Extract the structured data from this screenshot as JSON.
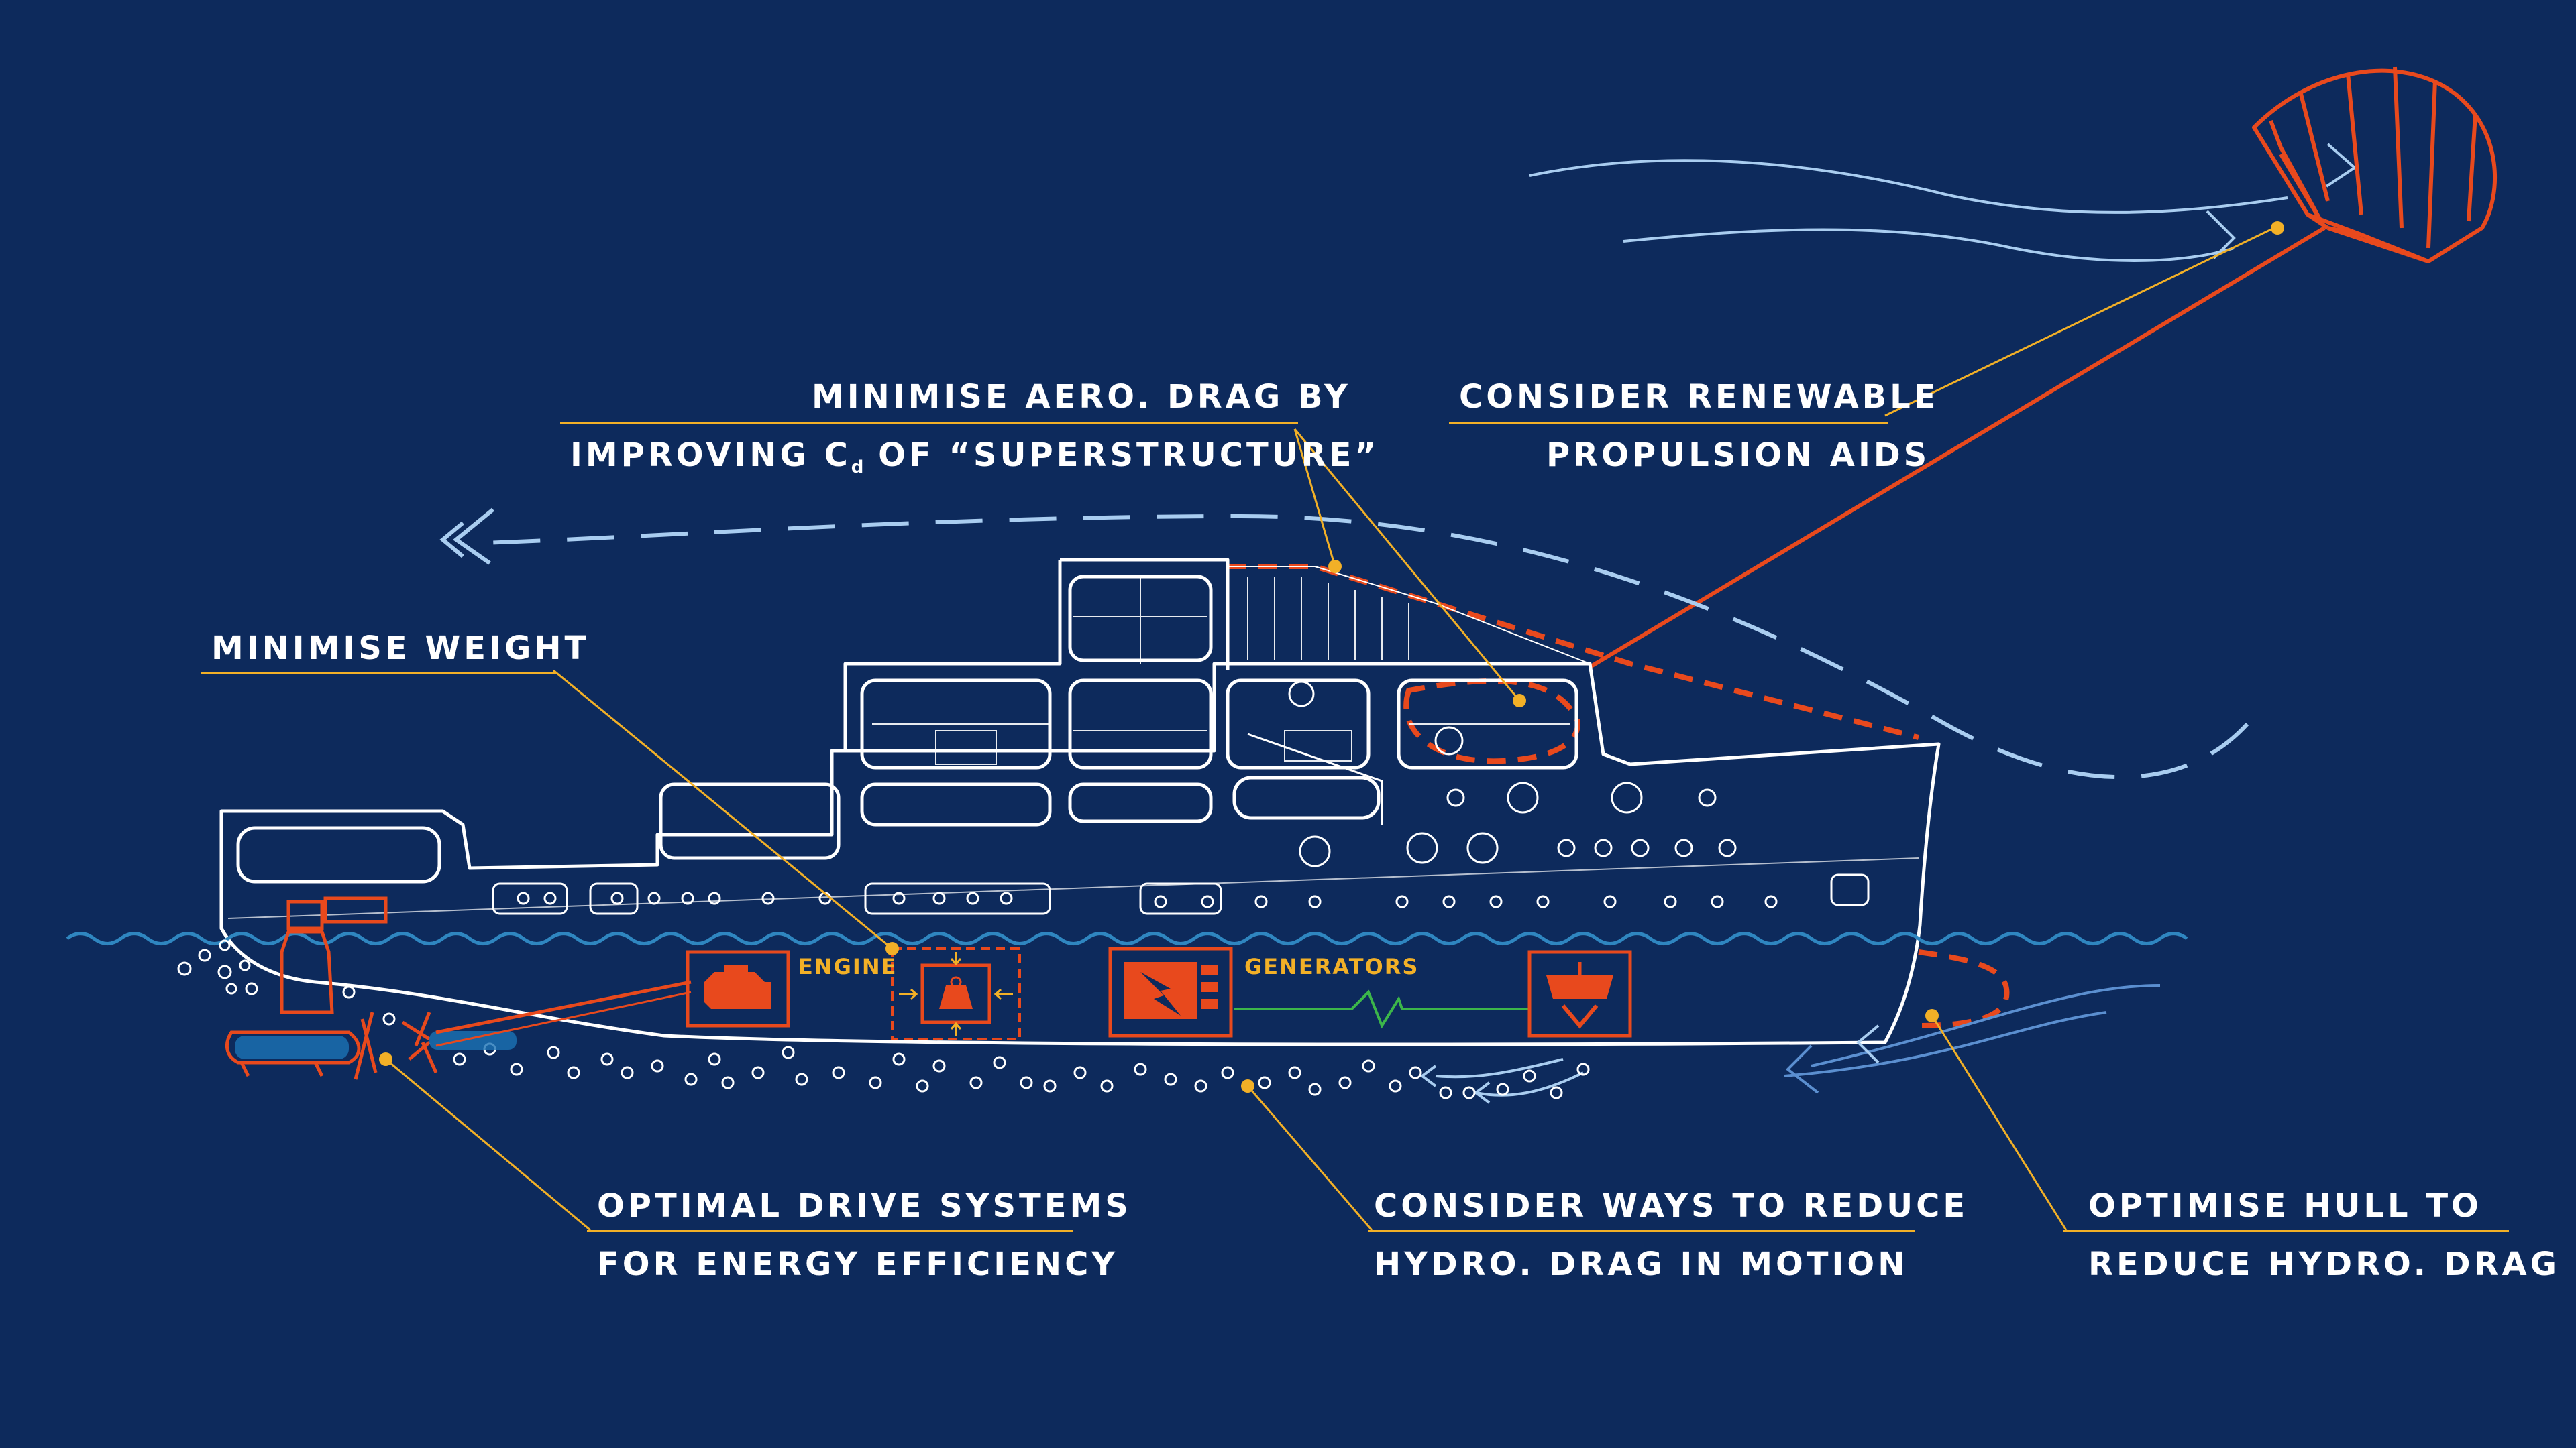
{
  "colors": {
    "background": "#0d2a5c",
    "outline": "#ffffff",
    "accent_orange": "#e8491d",
    "leader_yellow": "#f2b027",
    "airflow_blue": "#a9cdf0",
    "electric_green": "#3cb64a"
  },
  "labels": {
    "aero_line1": "MINIMISE AERO. DRAG BY",
    "aero_line2_prefix": "IMPROVING C",
    "aero_line2_sub": "d",
    "aero_line2_suffix": " OF “SUPERSTRUCTURE”",
    "renewable_line1": "CONSIDER RENEWABLE",
    "renewable_line2": "PROPULSION AIDS",
    "weight": "MINIMISE WEIGHT",
    "drive_line1": "OPTIMAL DRIVE SYSTEMS",
    "drive_line2": "FOR ENERGY EFFICIENCY",
    "hydro_motion_line1": "CONSIDER WAYS TO REDUCE",
    "hydro_motion_line2": "HYDRO. DRAG IN MOTION",
    "hull_line1": "OPTIMISE HULL TO",
    "hull_line2": "REDUCE HYDRO. DRAG"
  },
  "components": {
    "engine": "ENGINE",
    "generators": "GENERATORS"
  },
  "icons": [
    "kite-icon",
    "engine-icon",
    "weight-icon",
    "generator-icon",
    "battery-tank-icon",
    "azimuth-thruster-icon",
    "propeller-icon"
  ]
}
